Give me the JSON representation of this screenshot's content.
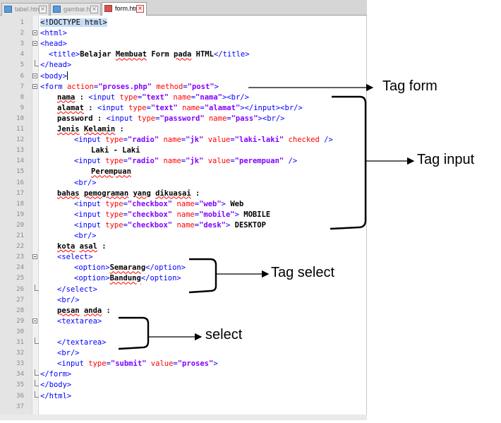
{
  "tabs": [
    {
      "label": "tabel.html",
      "active": false
    },
    {
      "label": "gambar.html",
      "active": false
    },
    {
      "label": "form.html",
      "active": true
    }
  ],
  "lines": [
    {
      "n": "1",
      "indent": 0,
      "fold": "",
      "tokens": [
        [
          "doctype",
          "<!DOCTYPE html>"
        ]
      ]
    },
    {
      "n": "2",
      "indent": 0,
      "fold": "open",
      "tokens": [
        [
          "tag",
          "<html>"
        ]
      ]
    },
    {
      "n": "3",
      "indent": 0,
      "fold": "open",
      "tokens": [
        [
          "tag",
          "<head>"
        ]
      ]
    },
    {
      "n": "4",
      "indent": 2,
      "fold": "",
      "tokens": [
        [
          "tag",
          "<title>"
        ],
        [
          "txt",
          "Belajar "
        ],
        [
          "sq",
          "Membuat"
        ],
        [
          "txt",
          " Form "
        ],
        [
          "sq",
          "pada"
        ],
        [
          "txt",
          " HTML"
        ],
        [
          "tag",
          "</title>"
        ]
      ]
    },
    {
      "n": "5",
      "indent": 0,
      "fold": "end",
      "tokens": [
        [
          "tag",
          "</head>"
        ]
      ]
    },
    {
      "n": "6",
      "indent": 0,
      "fold": "open",
      "tokens": [
        [
          "tag",
          "<body>"
        ],
        [
          "caret",
          ""
        ]
      ]
    },
    {
      "n": "7",
      "indent": 0,
      "fold": "open",
      "tokens": [
        [
          "tag",
          "<form "
        ],
        [
          "attr",
          "action"
        ],
        [
          "tag",
          "="
        ],
        [
          "str",
          "\"proses.php\""
        ],
        [
          "tag",
          " "
        ],
        [
          "attr",
          "method"
        ],
        [
          "tag",
          "="
        ],
        [
          "str",
          "\"post\""
        ],
        [
          "tag",
          ">"
        ]
      ]
    },
    {
      "n": "8",
      "indent": 4,
      "fold": "",
      "tokens": [
        [
          "sq",
          "nama"
        ],
        [
          "txt",
          " : "
        ],
        [
          "tag",
          "<input "
        ],
        [
          "attr",
          "type"
        ],
        [
          "tag",
          "="
        ],
        [
          "str",
          "\"text\""
        ],
        [
          "tag",
          " "
        ],
        [
          "attr",
          "name"
        ],
        [
          "tag",
          "="
        ],
        [
          "str",
          "\"nama\""
        ],
        [
          "tag",
          ">"
        ],
        [
          "tag",
          "<br/>"
        ]
      ]
    },
    {
      "n": "9",
      "indent": 4,
      "fold": "",
      "tokens": [
        [
          "sq",
          "alamat"
        ],
        [
          "txt",
          " : "
        ],
        [
          "tag",
          "<input "
        ],
        [
          "attr",
          "type"
        ],
        [
          "tag",
          "="
        ],
        [
          "str",
          "\"text\""
        ],
        [
          "tag",
          " "
        ],
        [
          "attr",
          "name"
        ],
        [
          "tag",
          "="
        ],
        [
          "str",
          "\"alamat\""
        ],
        [
          "tag",
          "></input>"
        ],
        [
          "tag",
          "<br/>"
        ]
      ]
    },
    {
      "n": "10",
      "indent": 4,
      "fold": "",
      "tokens": [
        [
          "txt",
          "password : "
        ],
        [
          "tag",
          "<input "
        ],
        [
          "attr",
          "type"
        ],
        [
          "tag",
          "="
        ],
        [
          "str",
          "\"password\""
        ],
        [
          "tag",
          " "
        ],
        [
          "attr",
          "name"
        ],
        [
          "tag",
          "="
        ],
        [
          "str",
          "\"pass\""
        ],
        [
          "tag",
          ">"
        ],
        [
          "tag",
          "<br/>"
        ]
      ]
    },
    {
      "n": "11",
      "indent": 4,
      "fold": "",
      "tokens": [
        [
          "sq",
          "Jenis"
        ],
        [
          "txt",
          " "
        ],
        [
          "sq",
          "Kelamin"
        ],
        [
          "txt",
          " :"
        ]
      ]
    },
    {
      "n": "12",
      "indent": 8,
      "fold": "",
      "tokens": [
        [
          "tag",
          "<input "
        ],
        [
          "attr",
          "type"
        ],
        [
          "tag",
          "="
        ],
        [
          "str",
          "\"radio\""
        ],
        [
          "tag",
          " "
        ],
        [
          "attr",
          "name"
        ],
        [
          "tag",
          "="
        ],
        [
          "str",
          "\"jk\""
        ],
        [
          "tag",
          " "
        ],
        [
          "attr",
          "value"
        ],
        [
          "tag",
          "="
        ],
        [
          "str",
          "\"laki-laki\""
        ],
        [
          "tag",
          " "
        ],
        [
          "attr",
          "checked"
        ],
        [
          "tag",
          " />"
        ]
      ]
    },
    {
      "n": "13",
      "indent": 12,
      "fold": "",
      "tokens": [
        [
          "txt",
          "Laki - Laki"
        ]
      ]
    },
    {
      "n": "14",
      "indent": 8,
      "fold": "",
      "tokens": [
        [
          "tag",
          "<input "
        ],
        [
          "attr",
          "type"
        ],
        [
          "tag",
          "="
        ],
        [
          "str",
          "\"radio\""
        ],
        [
          "tag",
          " "
        ],
        [
          "attr",
          "name"
        ],
        [
          "tag",
          "="
        ],
        [
          "str",
          "\"jk\""
        ],
        [
          "tag",
          " "
        ],
        [
          "attr",
          "value"
        ],
        [
          "tag",
          "="
        ],
        [
          "str",
          "\"perempuan\""
        ],
        [
          "tag",
          " />"
        ]
      ]
    },
    {
      "n": "15",
      "indent": 12,
      "fold": "",
      "tokens": [
        [
          "sq",
          "Perempuan"
        ]
      ]
    },
    {
      "n": "16",
      "indent": 8,
      "fold": "",
      "tokens": [
        [
          "tag",
          "<br/>"
        ]
      ]
    },
    {
      "n": "17",
      "indent": 4,
      "fold": "",
      "tokens": [
        [
          "sq",
          "bahas"
        ],
        [
          "txt",
          " "
        ],
        [
          "sq",
          "pemograman"
        ],
        [
          "txt",
          " "
        ],
        [
          "sq",
          "yang"
        ],
        [
          "txt",
          " "
        ],
        [
          "sq",
          "dikuasai"
        ],
        [
          "txt",
          " :"
        ]
      ]
    },
    {
      "n": "18",
      "indent": 8,
      "fold": "",
      "tokens": [
        [
          "tag",
          "<input "
        ],
        [
          "attr",
          "type"
        ],
        [
          "tag",
          "="
        ],
        [
          "str",
          "\"checkbox\""
        ],
        [
          "tag",
          " "
        ],
        [
          "attr",
          "name"
        ],
        [
          "tag",
          "="
        ],
        [
          "str",
          "\"web\""
        ],
        [
          "tag",
          ">"
        ],
        [
          "txt",
          " Web"
        ]
      ]
    },
    {
      "n": "19",
      "indent": 8,
      "fold": "",
      "tokens": [
        [
          "tag",
          "<input "
        ],
        [
          "attr",
          "type"
        ],
        [
          "tag",
          "="
        ],
        [
          "str",
          "\"checkbox\""
        ],
        [
          "tag",
          " "
        ],
        [
          "attr",
          "name"
        ],
        [
          "tag",
          "="
        ],
        [
          "str",
          "\"mobile\""
        ],
        [
          "tag",
          ">"
        ],
        [
          "txt",
          " MOBILE"
        ]
      ]
    },
    {
      "n": "20",
      "indent": 8,
      "fold": "",
      "tokens": [
        [
          "tag",
          "<input "
        ],
        [
          "attr",
          "type"
        ],
        [
          "tag",
          "="
        ],
        [
          "str",
          "\"checkbox\""
        ],
        [
          "tag",
          " "
        ],
        [
          "attr",
          "name"
        ],
        [
          "tag",
          "="
        ],
        [
          "str",
          "\"desk\""
        ],
        [
          "tag",
          ">"
        ],
        [
          "txt",
          " DESKTOP"
        ]
      ]
    },
    {
      "n": "21",
      "indent": 8,
      "fold": "",
      "tokens": [
        [
          "tag",
          "<br/>"
        ]
      ]
    },
    {
      "n": "22",
      "indent": 4,
      "fold": "",
      "tokens": [
        [
          "sq",
          "kota"
        ],
        [
          "txt",
          " "
        ],
        [
          "sq",
          "asal"
        ],
        [
          "txt",
          " :"
        ]
      ]
    },
    {
      "n": "23",
      "indent": 4,
      "fold": "open",
      "tokens": [
        [
          "tag",
          "<select>"
        ]
      ]
    },
    {
      "n": "24",
      "indent": 8,
      "fold": "",
      "tokens": [
        [
          "tag",
          "<option>"
        ],
        [
          "sq",
          "Semarang"
        ],
        [
          "tag",
          "</option>"
        ]
      ]
    },
    {
      "n": "25",
      "indent": 8,
      "fold": "",
      "tokens": [
        [
          "tag",
          "<option>"
        ],
        [
          "sq",
          "Bandung"
        ],
        [
          "tag",
          "</option>"
        ]
      ]
    },
    {
      "n": "26",
      "indent": 4,
      "fold": "end",
      "tokens": [
        [
          "tag",
          "</select>"
        ]
      ]
    },
    {
      "n": "27",
      "indent": 4,
      "fold": "",
      "tokens": [
        [
          "tag",
          "<br/>"
        ]
      ]
    },
    {
      "n": "28",
      "indent": 4,
      "fold": "",
      "tokens": [
        [
          "sq",
          "pesan"
        ],
        [
          "txt",
          " "
        ],
        [
          "sq",
          "anda"
        ],
        [
          "txt",
          " :"
        ]
      ]
    },
    {
      "n": "29",
      "indent": 4,
      "fold": "open",
      "tokens": [
        [
          "tag",
          "<textarea>"
        ]
      ]
    },
    {
      "n": "30",
      "indent": 4,
      "fold": "",
      "tokens": []
    },
    {
      "n": "31",
      "indent": 4,
      "fold": "end",
      "tokens": [
        [
          "tag",
          "</textarea>"
        ]
      ]
    },
    {
      "n": "32",
      "indent": 4,
      "fold": "",
      "tokens": [
        [
          "tag",
          "<br/>"
        ]
      ]
    },
    {
      "n": "33",
      "indent": 4,
      "fold": "",
      "tokens": [
        [
          "tag",
          "<input "
        ],
        [
          "attr",
          "type"
        ],
        [
          "tag",
          "="
        ],
        [
          "str",
          "\"submit\""
        ],
        [
          "tag",
          " "
        ],
        [
          "attr",
          "value"
        ],
        [
          "tag",
          "="
        ],
        [
          "str",
          "\"proses\""
        ],
        [
          "tag",
          ">"
        ]
      ]
    },
    {
      "n": "34",
      "indent": 0,
      "fold": "end",
      "tokens": [
        [
          "tag",
          "</form>"
        ]
      ]
    },
    {
      "n": "35",
      "indent": 0,
      "fold": "end",
      "tokens": [
        [
          "tag",
          "</body>"
        ]
      ]
    },
    {
      "n": "36",
      "indent": 0,
      "fold": "end",
      "tokens": [
        [
          "tag",
          "</html>"
        ]
      ]
    },
    {
      "n": "37",
      "indent": 0,
      "fold": "",
      "tokens": []
    }
  ],
  "annotations": {
    "tag_form": "Tag form",
    "tag_input": "Tag input",
    "tag_select": "Tag select",
    "select": "select"
  },
  "colors": {
    "tag": "#0000ff",
    "attribute": "#ff0000",
    "string": "#8000ff",
    "text": "#000000",
    "squiggle": "#ff0000"
  }
}
